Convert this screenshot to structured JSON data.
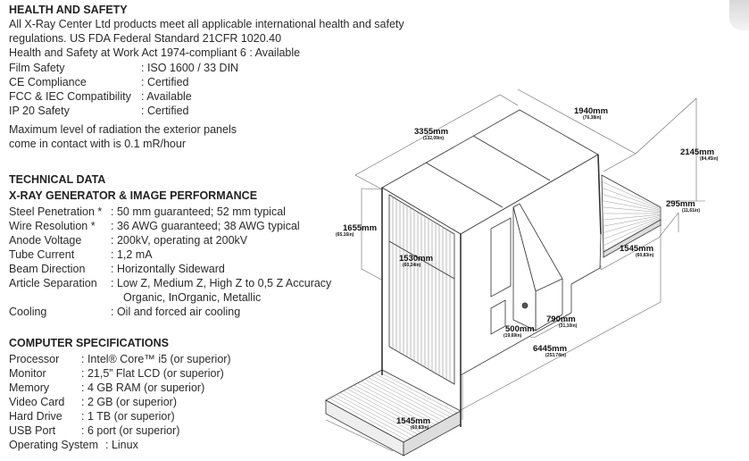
{
  "health": {
    "heading": "HEALTH AND SAFETY",
    "lines": [
      "All X-Ray Center Ltd products meet all applicable international health and safety",
      "regulations. US FDA Federal Standard 21CFR 1020.40",
      "Health and Safety at Work Act 1974-compliant 6 : Available"
    ],
    "specs": [
      {
        "k": "Film Safety",
        "v": ": ISO 1600 / 33 DIN"
      },
      {
        "k": "CE Compliance",
        "v": ": Certified"
      },
      {
        "k": "FCC & IEC Compatibility",
        "v": ": Available"
      },
      {
        "k": "IP 20 Safety",
        "v": ": Certified"
      }
    ],
    "footer": [
      "Maximum level of radiation the exterior panels",
      "come in contact with is 0.1 mR/hour"
    ]
  },
  "technical": {
    "heading": "TECHNICAL DATA",
    "subheading": "X-RAY GENERATOR & IMAGE PERFORMANCE",
    "specs": [
      {
        "k": "Steel Penetration *",
        "v": ": 50 mm guaranteed; 52 mm typical"
      },
      {
        "k": "Wire Resolution *",
        "v": ": 36 AWG guaranteed; 38 AWG typical"
      },
      {
        "k": "Anode Voltage",
        "v": ": 200kV, operating at 200kV"
      },
      {
        "k": "Tube Current",
        "v": ": 1,2 mA"
      },
      {
        "k": "Beam Direction",
        "v": ": Horizontally Sideward"
      },
      {
        "k": "Article Separation",
        "v": ": Low Z, Medium Z, High Z to 0,5 Z Accuracy"
      },
      {
        "k": "",
        "v": "Organic, InOrganic, Metallic"
      },
      {
        "k": "Cooling",
        "v": ": Oil and forced air cooling"
      }
    ]
  },
  "computer": {
    "heading": "COMPUTER SPECIFICATIONS",
    "specs": [
      {
        "k": "Processor",
        "v": ": Intel® Core™ i5 (or superior)"
      },
      {
        "k": "Monitor",
        "v": ": 21,5” Flat LCD (or superior)"
      },
      {
        "k": "Memory",
        "v": ": 4 GB RAM (or superior)"
      },
      {
        "k": "Video Card",
        "v": ": 2 GB (or superior)"
      },
      {
        "k": "Hard Drive",
        "v": ": 1 TB (or superior)"
      },
      {
        "k": "USB Port",
        "v": ": 6 port (or superior)"
      },
      {
        "k": "Operating System",
        "v": ": Linux"
      }
    ]
  },
  "dimensions": {
    "length": {
      "mm": "3355mm",
      "in": "(132,09in)"
    },
    "width": {
      "mm": "1940mm",
      "in": "(76,38in)"
    },
    "height": {
      "mm": "2145mm",
      "in": "(84,45in)"
    },
    "conveyor_height": {
      "mm": "295mm",
      "in": "(11,61in)"
    },
    "tunnel_height": {
      "mm": "1655mm",
      "in": "(65,16in)"
    },
    "tunnel_width": {
      "mm": "1530mm",
      "in": "(60,24in)"
    },
    "conveyor_right": {
      "mm": "1545mm",
      "in": "(60,83in)"
    },
    "console_depth": {
      "mm": "500mm",
      "in": "(19,69in)"
    },
    "console_width": {
      "mm": "790mm",
      "in": "(31,10in)"
    },
    "total_length": {
      "mm": "6445mm",
      "in": "(253,74in)"
    },
    "conveyor_left": {
      "mm": "1545mm",
      "in": "(60,83in)"
    }
  }
}
